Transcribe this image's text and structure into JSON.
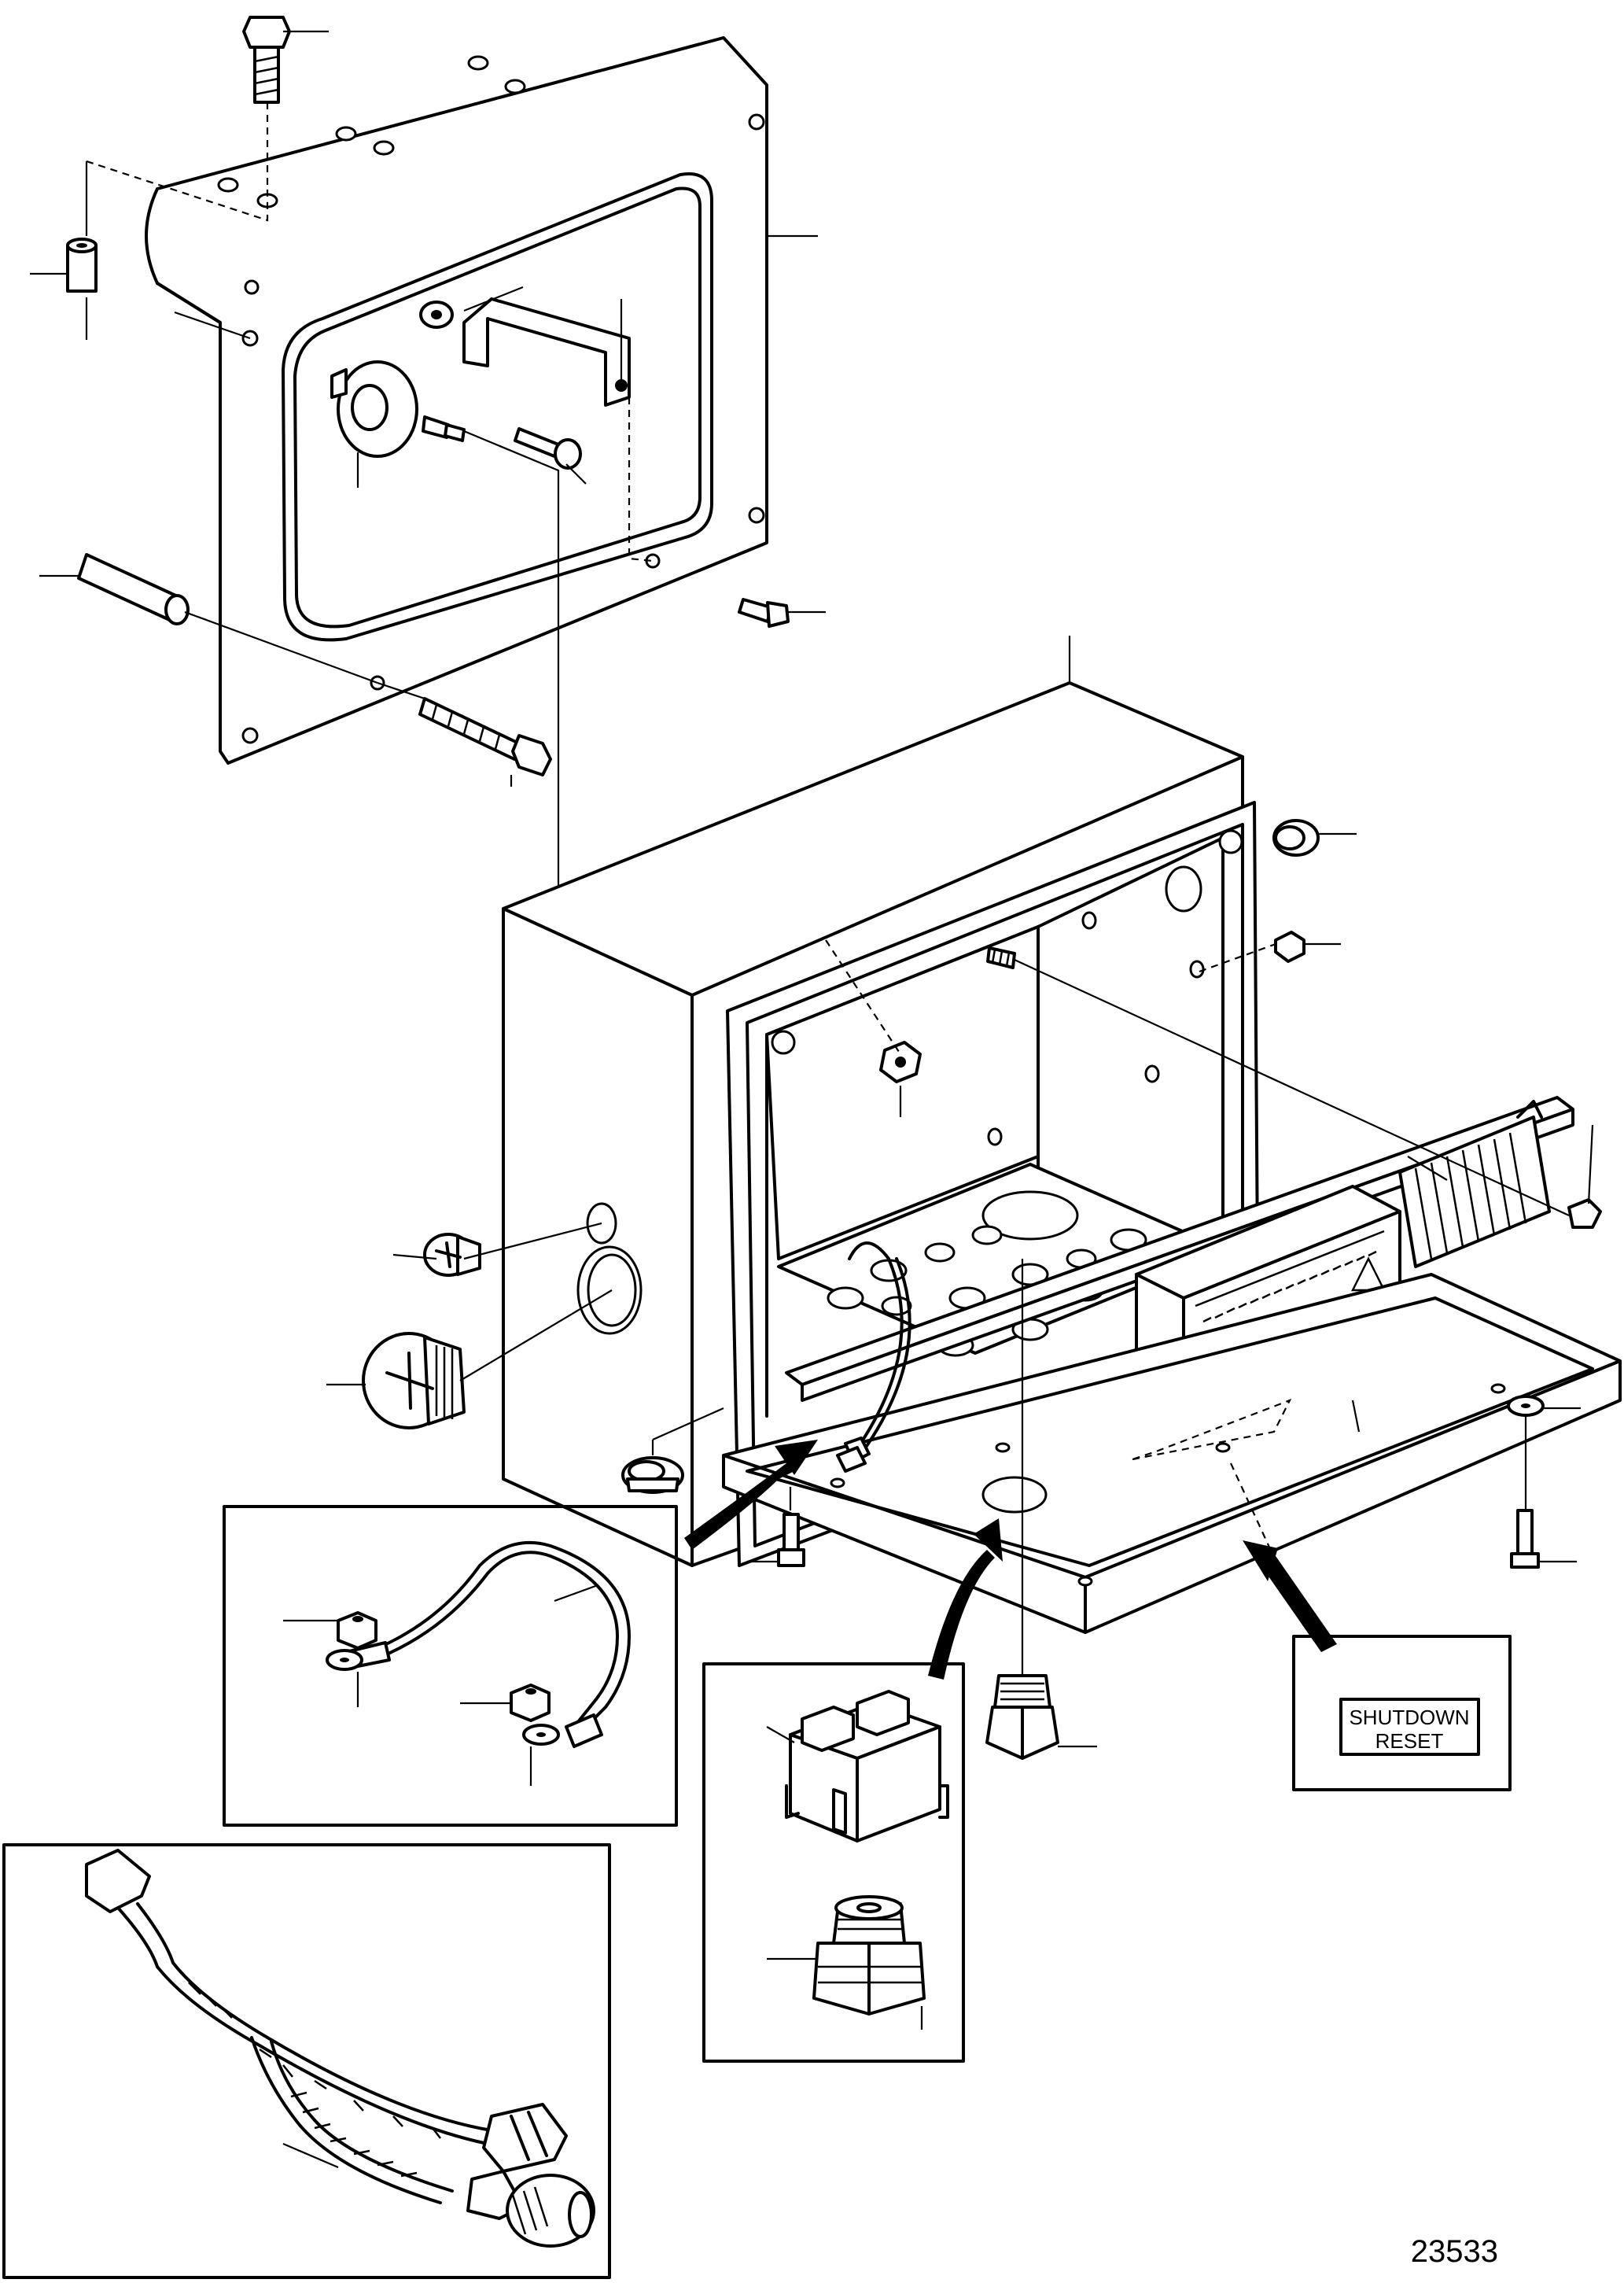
{
  "drawing": {
    "figure_number": "23533",
    "callout_box": {
      "line1": "SHUTDOWN",
      "line2": "RESET"
    }
  },
  "colors": {
    "line": "#000000",
    "background": "#ffffff",
    "shade": "#c8c8c8"
  }
}
